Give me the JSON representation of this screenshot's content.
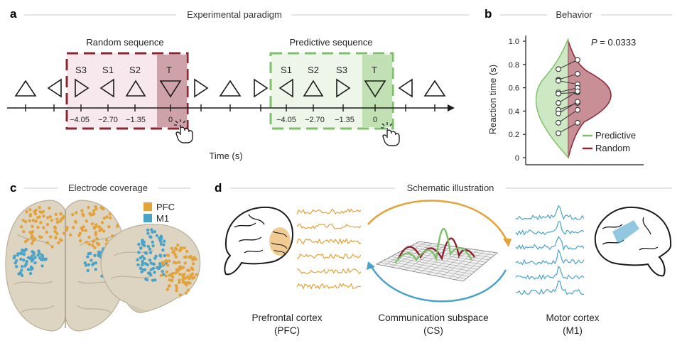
{
  "panels": {
    "a": {
      "letter": "a",
      "title": "Experimental paradigm",
      "random_label": "Random sequence",
      "predictive_label": "Predictive sequence",
      "random_stims": [
        "S3",
        "S1",
        "S2",
        "T"
      ],
      "predictive_stims": [
        "S1",
        "S2",
        "S3",
        "T"
      ],
      "random_times": [
        "−4.05",
        "−2.70",
        "−1.35",
        "0"
      ],
      "predictive_times": [
        "−4.05",
        "−2.70",
        "−1.35",
        "0"
      ],
      "xlabel": "Time (s)",
      "colors": {
        "random": "#8b2530",
        "predictive": "#7cc16a"
      }
    },
    "b": {
      "letter": "b",
      "title": "Behavior",
      "ylabel": "Reaction time (s)",
      "pvalue": "P = 0.0333",
      "legend": [
        "Predictive",
        "Random"
      ],
      "yticks": [
        "0",
        "0.2",
        "0.4",
        "0.6",
        "0.8",
        "1.0"
      ]
    },
    "c": {
      "letter": "c",
      "title": "Electrode coverage",
      "legend": [
        "PFC",
        "M1"
      ],
      "colors": {
        "pfc": "#e3a23a",
        "m1": "#4aa3c9"
      }
    },
    "d": {
      "letter": "d",
      "title": "Schematic illustration",
      "captions": [
        {
          "line1": "Prefrontal cortex",
          "line2": "(PFC)"
        },
        {
          "line1": "Communication subspace",
          "line2": "(CS)"
        },
        {
          "line1": "Motor cortex",
          "line2": "(M1)"
        }
      ]
    }
  },
  "chart_data": {
    "type": "scatter",
    "title": "Behavior",
    "ylabel": "Reaction time (s)",
    "ylim": [
      0,
      1.0
    ],
    "legend": "right",
    "annotation": "P = 0.0333",
    "series": [
      {
        "name": "Predictive",
        "color": "#7cc16a",
        "values": [
          0.67,
          0.66,
          0.56,
          0.55,
          0.47,
          0.41,
          0.38,
          0.3,
          0.21,
          0.76
        ]
      },
      {
        "name": "Random",
        "color": "#8b2530",
        "values": [
          0.72,
          0.63,
          0.6,
          0.56,
          0.57,
          0.47,
          0.48,
          0.41,
          0.3,
          0.84
        ]
      }
    ]
  }
}
